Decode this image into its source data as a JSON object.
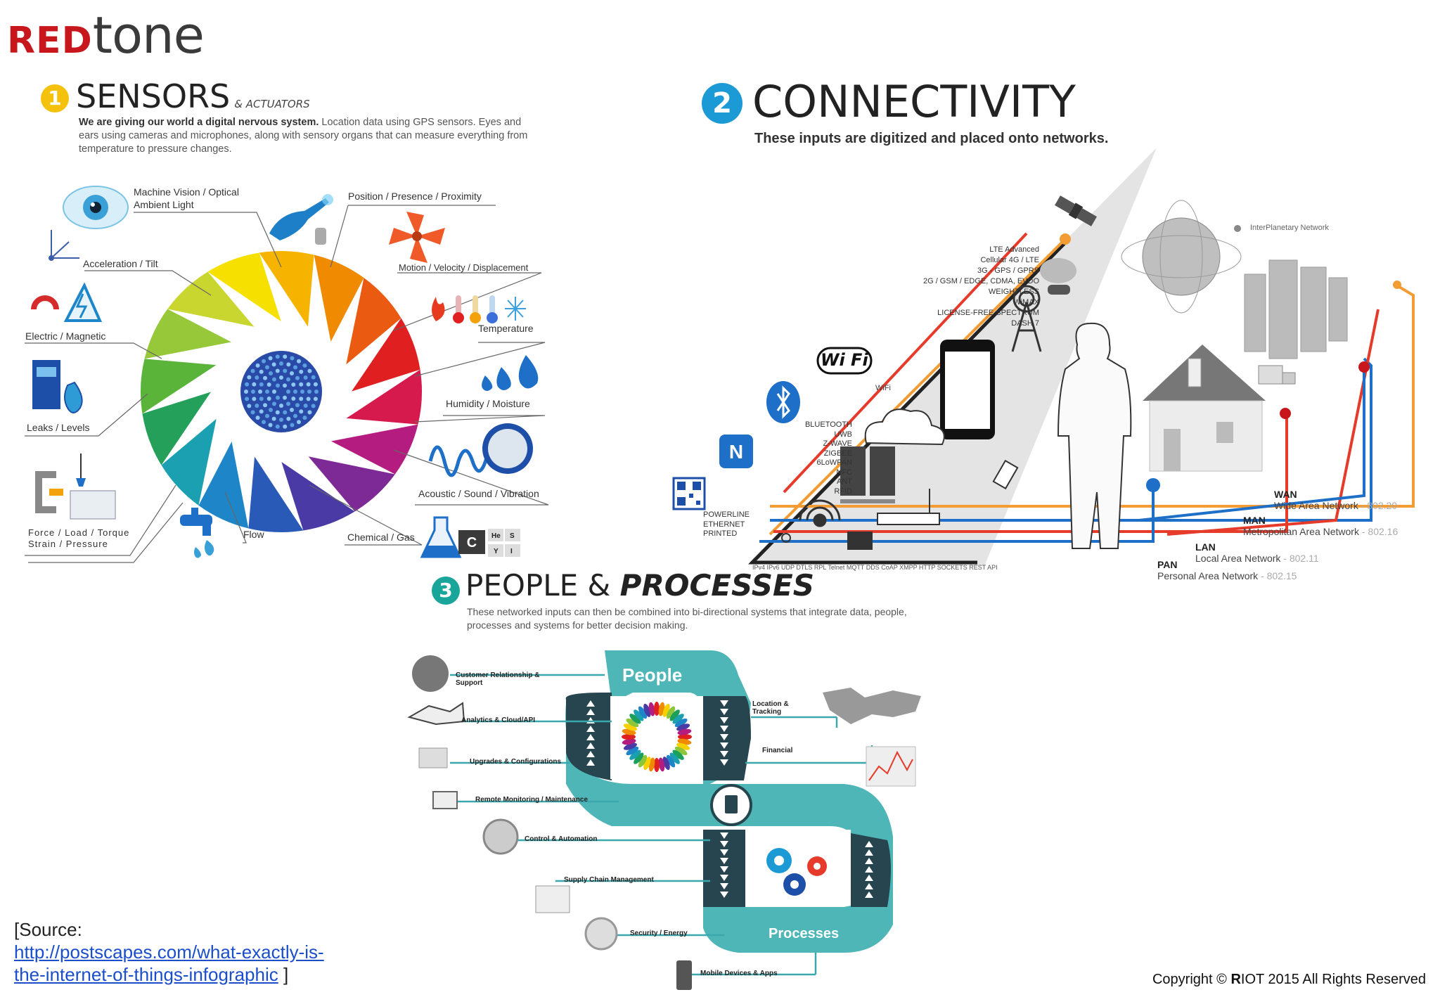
{
  "logo": {
    "part_red": "RED",
    "part_dark": "tone"
  },
  "sensors": {
    "badge": "1",
    "title": "SENSORS",
    "subtitle": "& ACTUATORS",
    "desc_bold": "We are giving our world a digital nervous system.",
    "desc_rest": " Location data using GPS sensors. Eyes and ears using cameras and microphones, along with sensory organs that can measure everything from temperature to pressure changes.",
    "labels": {
      "machine_vision": "Machine Vision / Optical",
      "ambient_light": "Ambient Light",
      "position": "Position / Presence / Proximity",
      "acceleration": "Acceleration / Tilt",
      "motion": "Motion / Velocity / Displacement",
      "electric": "Electric / Magnetic",
      "temperature": "Temperature",
      "humidity": "Humidity / Moisture",
      "leaks": "Leaks / Levels",
      "acoustic": "Acoustic / Sound / Vibration",
      "force_1": "Force / Load / Torque",
      "force_2": "Strain / Pressure",
      "flow": "Flow",
      "chemical": "Chemical / Gas"
    }
  },
  "connectivity": {
    "badge": "2",
    "title": "CONNECTIVITY",
    "desc": "These inputs are digitized and placed onto networks.",
    "interplanetary": "InterPlanetary Network",
    "cellular": [
      "LTE Advanced",
      "Cellular 4G / LTE",
      "3G - GPS / GPRS",
      "2G / GSM / EDGE, CDMA, EVDO",
      "WEIGHTLESS",
      "WiMAX",
      "LICENSE-FREE SPECTRUM",
      "DASH 7"
    ],
    "wifi_logo": "Wi Fi",
    "wifi": "WiFi",
    "short_range": [
      "BLUETOOTH",
      "UWB",
      "Z-WAVE",
      "ZIGBEE",
      "6LoWPAN",
      "NFC",
      "ANT",
      "RFID"
    ],
    "wired": [
      "POWERLINE",
      "ETHERNET",
      "PRINTED"
    ],
    "protocols": "IPv4 IPv6 UDP DTLS RPL Telnet MQTT DDS CoAP XMPP HTTP SOCKETS REST API",
    "networks": [
      {
        "abbr": "WAN",
        "name": "Wide Area Network",
        "std": "802.20"
      },
      {
        "abbr": "MAN",
        "name": "Metropolitan Area Network",
        "std": "802.16"
      },
      {
        "abbr": "LAN",
        "name": "Local Area Network",
        "std": "802.11"
      },
      {
        "abbr": "PAN",
        "name": "Personal Area Network",
        "std": "802.15"
      }
    ]
  },
  "people": {
    "badge": "3",
    "title_a": "PEOPLE &",
    "title_b": "PROCESSES",
    "desc": "These networked inputs can then be combined into bi-directional systems that integrate data, people, processes and systems for better decision making.",
    "loop_top": "People",
    "loop_bottom": "Processes",
    "left_items": [
      "Customer Relationship & Support",
      "Analytics & Cloud/API",
      "Upgrades & Configurations",
      "Remote Monitoring / Maintenance",
      "Control & Automation",
      "Supply Chain Management",
      "Security / Energy",
      "Mobile Devices & Apps"
    ],
    "right_items": [
      "Location & Tracking",
      "Financial"
    ]
  },
  "source": {
    "prefix": "[Source:",
    "link": "http://postscapes.com/what-exactly-is-the-internet-of-things-infographic",
    "link_line1": "http://postscapes.com/what-exactly-is-",
    "link_line2": "the-internet-of-things-infographic",
    "suffix": " ]"
  },
  "copyright": {
    "pre": "Copyright © ",
    "bold": "R",
    "post": "IOT 2015 All Rights Reserved"
  },
  "colors": {
    "brand_red": "#c8161d",
    "badge_yellow": "#f4c20d",
    "badge_blue": "#1c9ad6",
    "badge_teal": "#1aa59a",
    "teal_loop": "#4fb6b8"
  }
}
